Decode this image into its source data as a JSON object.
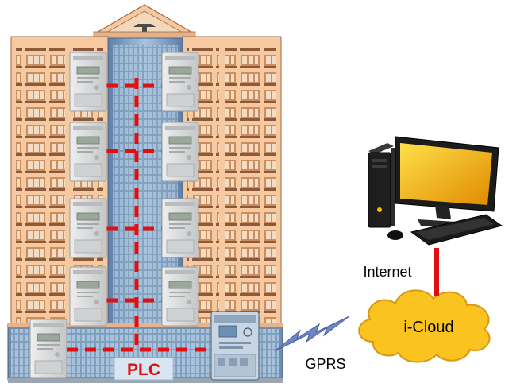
{
  "labels": {
    "plc": "PLC",
    "internet": "Internet",
    "cloud": "i-Cloud",
    "gprs": "GPRS"
  },
  "colors": {
    "facade": "#f7c9a0",
    "glass": "#7f9fbf",
    "meter_body": "#d8dadb",
    "link": "#e01010",
    "cloud_fill": "#fbc320",
    "gprs_bolt": "#6e86c6",
    "monitor_screen": "#f5b800",
    "plc_label_bg": "#d8e6f2"
  },
  "icons": {
    "building": "apartment-building-icon",
    "meter": "electric-meter-icon",
    "concentrator": "data-concentrator-icon",
    "computer": "desktop-computer-icon",
    "cloud": "cloud-icon",
    "wireless": "lightning-bolt-icon"
  }
}
